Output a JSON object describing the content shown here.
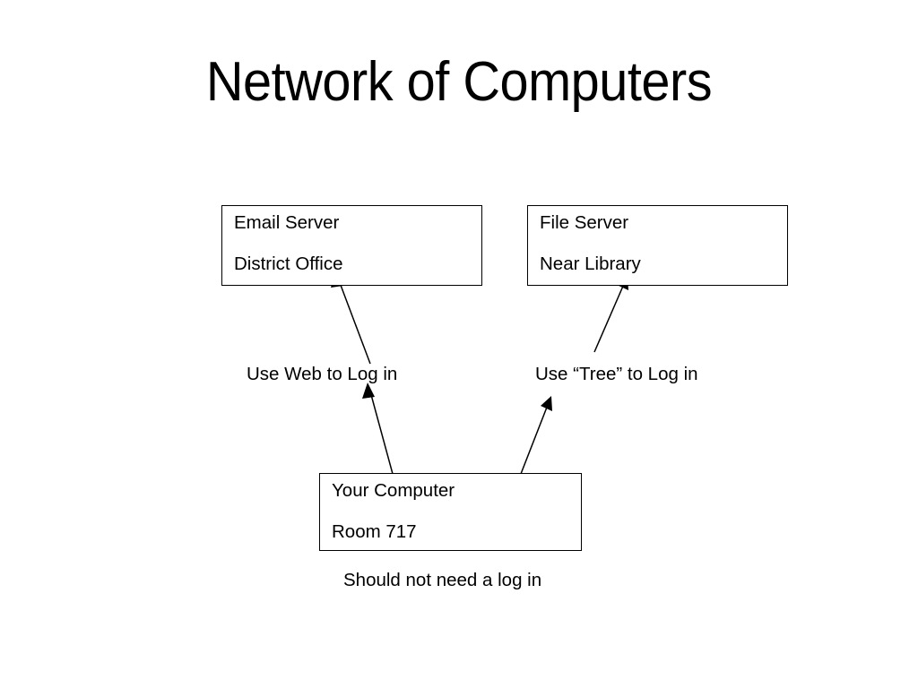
{
  "slide": {
    "title": "Network of Computers",
    "background_color": "#ffffff",
    "text_color": "#000000",
    "border_color": "#000000"
  },
  "boxes": [
    {
      "id": "email-server",
      "line1": "Email Server",
      "line2": "District Office"
    },
    {
      "id": "file-server",
      "line1": "File Server",
      "line2": "Near Library"
    },
    {
      "id": "your-computer",
      "line1": "Your Computer",
      "line2": "Room 717"
    }
  ],
  "captions": {
    "use_web": "Use Web to Log in",
    "use_tree": "Use “Tree” to Log in",
    "no_login": "Should not need a log in"
  },
  "connections": [
    {
      "id": "computer-to-web-label",
      "from": "your-computer",
      "to": "use-web-label",
      "direction": "up"
    },
    {
      "id": "web-label-to-email-server",
      "from": "use-web-label",
      "to": "email-server",
      "direction": "up"
    },
    {
      "id": "computer-to-tree-label",
      "from": "your-computer",
      "to": "use-tree-label",
      "direction": "up"
    },
    {
      "id": "tree-label-to-file-server",
      "from": "use-tree-label",
      "to": "file-server",
      "direction": "up"
    }
  ]
}
